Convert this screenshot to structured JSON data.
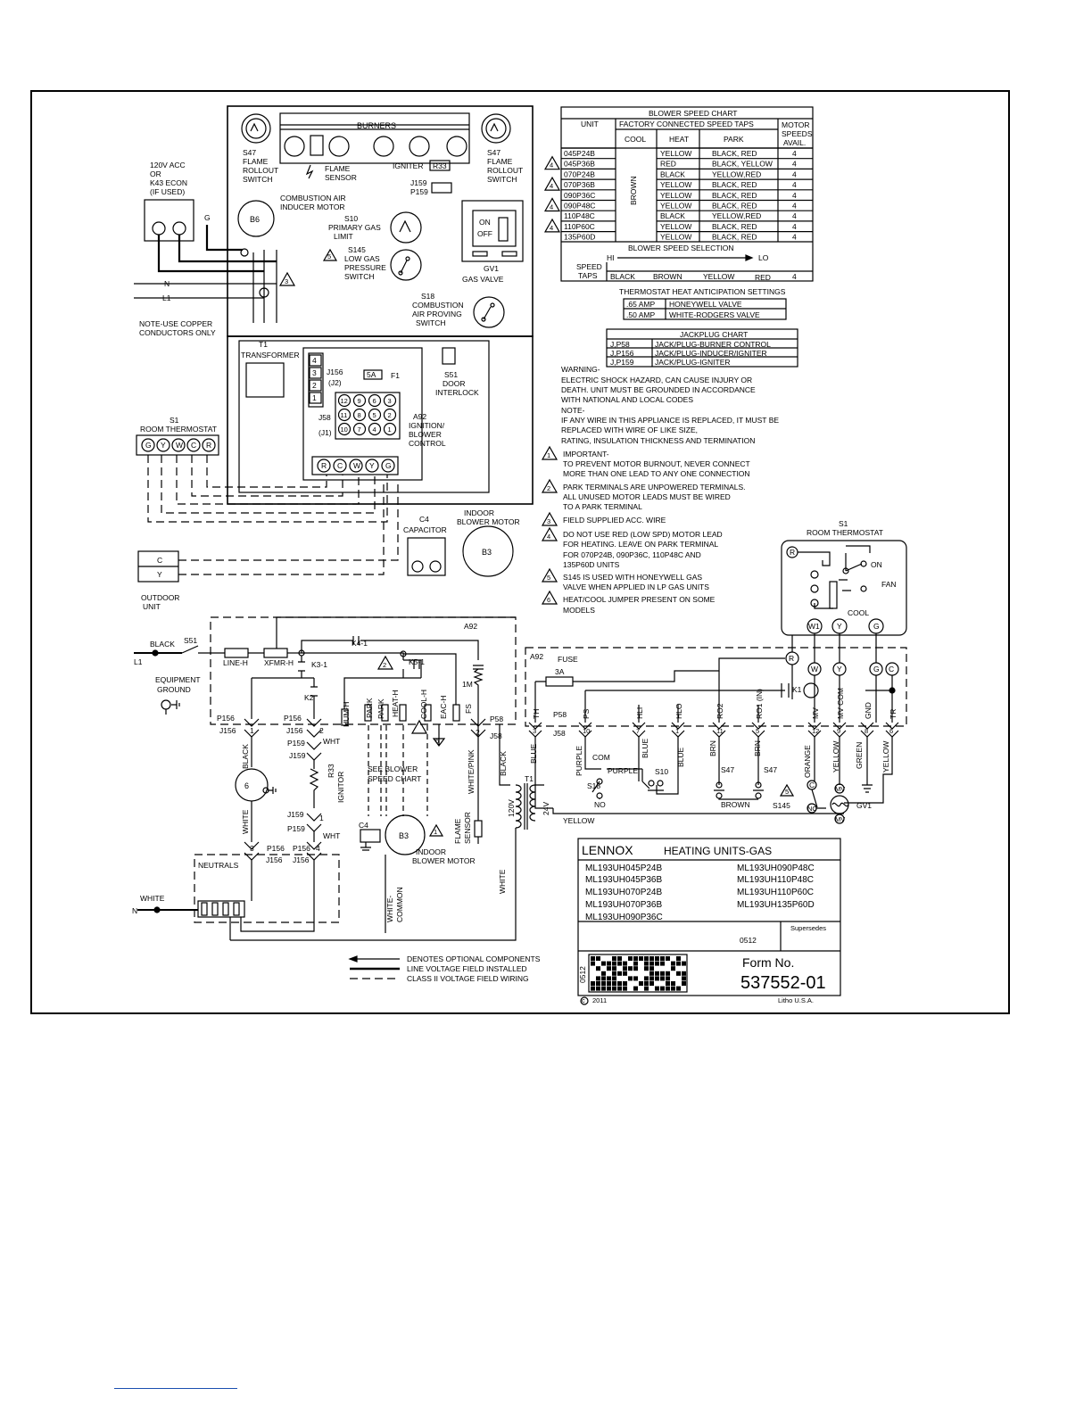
{
  "burners": {
    "label": "BURNERS"
  },
  "rollout_left": {
    "code": "S47",
    "l1": "FLAME",
    "l2": "ROLLOUT",
    "l3": "SWITCH"
  },
  "rollout_right": {
    "code": "S47",
    "l1": "FLAME",
    "l2": "ROLLOUT",
    "l3": "SWITCH"
  },
  "flame_sensor": {
    "l1": "FLAME",
    "l2": "SENSOR"
  },
  "igniter": {
    "label": "IGNITER",
    "code": "R33"
  },
  "jacks_top": {
    "a": "J159",
    "b": "P159"
  },
  "acc": {
    "l1": "120V ACC",
    "l2": "OR",
    "l3": "K43 ECON",
    "l4": "(IF USED)"
  },
  "ground_g": "G",
  "inducer": {
    "l1": "COMBUSTION AIR",
    "l2": "INDUCER MOTOR",
    "code": "B6"
  },
  "primary_limit": {
    "code": "S10",
    "l1": "PRIMARY GAS",
    "l2": "LIMIT"
  },
  "low_gas": {
    "code": "S145",
    "l1": "LOW GAS",
    "l2": "PRESSURE",
    "l3": "SWITCH",
    "badge": "5"
  },
  "gas_valve": {
    "on": "ON",
    "off": "OFF",
    "code": "GV1",
    "label": "GAS VALVE"
  },
  "air_proving": {
    "code": "S18",
    "l1": "COMBUSTION",
    "l2": "AIR PROVING",
    "l3": "SWITCH"
  },
  "lines": {
    "n": "N",
    "l1": "L1",
    "badge": "3"
  },
  "note_copper": {
    "l1": "NOTE-USE COPPER",
    "l2": "CONDUCTORS ONLY"
  },
  "transformer": {
    "code": "T1",
    "label": "TRANSFORMER"
  },
  "j156": {
    "code": "J156",
    "sub": "(J2)",
    "pins": [
      "4",
      "3",
      "2",
      "1"
    ]
  },
  "fuse_f1": {
    "val": "5A",
    "code": "F1"
  },
  "j58": {
    "code": "J58",
    "sub": "(J1)",
    "pins": [
      "12",
      "9",
      "6",
      "3",
      "11",
      "8",
      "5",
      "2",
      "10",
      "7",
      "4",
      "1"
    ]
  },
  "a92_ctrl": {
    "code": "A92",
    "l1": "IGNITION/",
    "l2": "BLOWER",
    "l3": "CONTROL"
  },
  "door": {
    "code": "S51",
    "l1": "DOOR",
    "l2": "INTERLOCK"
  },
  "ctrl_terms": [
    "R",
    "C",
    "W",
    "Y",
    "G"
  ],
  "thermostat_top": {
    "code": "S1",
    "label": "ROOM THERMOSTAT",
    "terms": [
      "G",
      "Y",
      "W",
      "C",
      "R"
    ]
  },
  "capacitor": {
    "code": "C4",
    "label": "CAPACITOR"
  },
  "blower_motor": {
    "l1": "INDOOR",
    "l2": "BLOWER MOTOR",
    "code": "B3"
  },
  "outdoor": {
    "c": "C",
    "y": "Y",
    "l1": "OUTDOOR",
    "l2": "UNIT"
  },
  "blower_chart": {
    "title": "BLOWER SPEED CHART",
    "h_unit": "UNIT",
    "h_taps": "FACTORY CONNECTED SPEED TAPS",
    "h_motor": "MOTOR",
    "h_speeds": "SPEEDS",
    "h_avail": "AVAIL.",
    "h_cool": "COOL",
    "h_heat": "HEAT",
    "h_park": "PARK",
    "cool_all": "BROWN",
    "rows": [
      {
        "unit": "045P24B",
        "heat": "YELLOW",
        "park": "BLACK, RED",
        "sp": "4",
        "warn": ""
      },
      {
        "unit": "045P36B",
        "heat": "RED",
        "park": "BLACK, YELLOW",
        "sp": "4",
        "warn": "4"
      },
      {
        "unit": "070P24B",
        "heat": "BLACK",
        "park": "YELLOW,RED",
        "sp": "4",
        "warn": ""
      },
      {
        "unit": "070P36B",
        "heat": "YELLOW",
        "park": "BLACK, RED",
        "sp": "4",
        "warn": "4"
      },
      {
        "unit": "090P36C",
        "heat": "YELLOW",
        "park": "BLACK, RED",
        "sp": "4",
        "warn": ""
      },
      {
        "unit": "090P48C",
        "heat": "YELLOW",
        "park": "BLACK, RED",
        "sp": "4",
        "warn": "4"
      },
      {
        "unit": "110P48C",
        "heat": "BLACK",
        "park": "YELLOW,RED",
        "sp": "4",
        "warn": ""
      },
      {
        "unit": "110P60C",
        "heat": "YELLOW",
        "park": "BLACK, RED",
        "sp": "4",
        "warn": "4"
      },
      {
        "unit": "135P60D",
        "heat": "YELLOW",
        "park": "BLACK, RED",
        "sp": "4",
        "warn": ""
      }
    ],
    "sel_title": "BLOWER SPEED SELECTION",
    "hi": "HI",
    "lo": "LO",
    "speed": "SPEED",
    "taps": "TAPS",
    "taps_vals": [
      "BLACK",
      "BROWN",
      "YELLOW",
      "RED"
    ],
    "taps_sp": "4"
  },
  "anticipation": {
    "title": "THERMOSTAT HEAT ANTICIPATION SETTINGS",
    "rows": [
      {
        "a": ".65 AMP",
        "b": "HONEYWELL VALVE"
      },
      {
        "a": ".50 AMP",
        "b": "WHITE-RODGERS VALVE"
      }
    ]
  },
  "jackplug": {
    "title": "JACKPLUG CHART",
    "rows": [
      {
        "a": "J,P58",
        "b": "JACK/PLUG-BURNER CONTROL"
      },
      {
        "a": "J,P156",
        "b": "JACK/PLUG-INDUCER/IGNITER"
      },
      {
        "a": "J,P159",
        "b": "JACK/PLUG-IGNITER"
      }
    ]
  },
  "notes": {
    "warn1": "WARNING-",
    "warn2": "ELECTRIC SHOCK HAZARD, CAN CAUSE INJURY OR",
    "warn3": "DEATH. UNIT MUST BE GROUNDED IN ACCORDANCE",
    "warn4": "WITH NATIONAL AND LOCAL CODES",
    "note1": "NOTE-",
    "note2": "IF ANY WIRE IN THIS APPLIANCE IS REPLACED, IT MUST BE",
    "note3": "REPLACED WITH WIRE OF LIKE SIZE,",
    "note4": "RATING, INSULATION THICKNESS AND TERMINATION",
    "n1a": "IMPORTANT-",
    "n1b": "TO PREVENT MOTOR BURNOUT, NEVER CONNECT",
    "n1c": "MORE THAN ONE LEAD TO ANY ONE CONNECTION",
    "n2a": "PARK TERMINALS ARE UNPOWERED TERMINALS.",
    "n2b": "ALL UNUSED MOTOR LEADS MUST BE WIRED",
    "n2c": "TO A PARK TERMINAL",
    "n3a": "FIELD SUPPLIED ACC. WIRE",
    "n4a": "DO NOT USE RED (LOW SPD) MOTOR LEAD",
    "n4b": "FOR HEATING. LEAVE ON PARK TERMINAL",
    "n4c": "FOR 070P24B, 090P36C, 110P48C AND",
    "n4d": "135P60D UNITS",
    "n5a": "S145 IS USED WITH HONEYWELL GAS",
    "n5b": "VALVE WHEN APPLIED IN LP GAS UNITS",
    "n6a": "HEAT/COOL JUMPER PRESENT ON SOME",
    "n6b": "MODELS",
    "b1": "1",
    "b2": "2",
    "b3": "3",
    "b4": "4",
    "b5": "5",
    "b6": "6"
  },
  "thermostat_right": {
    "code": "S1",
    "label": "ROOM THERMOSTAT",
    "r": "R",
    "on": "ON",
    "fan": "FAN",
    "cool": "COOL",
    "w1": "W1",
    "y": "Y",
    "g": "G"
  },
  "schem": {
    "black": "BLACK",
    "s51": "S51",
    "l1": "L1",
    "line_h": "LINE-H",
    "xfmr_h": "XFMR-H",
    "a92": "A92",
    "k41": "K4-1",
    "k31": "K3-1",
    "k51": "K5-1",
    "k2": "K2",
    "eq1": "EQUIPMENT",
    "eq2": "GROUND",
    "hum": "HUM-H",
    "park": "PARK",
    "heat": "HEAT-H",
    "cool": "COOL-H",
    "eac": "EAC-H",
    "fs": "FS",
    "onem": "1M",
    "p156": "P156",
    "j156": "J156",
    "p58": "P58",
    "j58": "J58",
    "p159": "P159",
    "j159": "J159",
    "wht": "WHT",
    "r33": "R33",
    "ignitor": "IGNITOR",
    "see1": "SEE BLOWER",
    "see2": "SPEED CHART",
    "b6": "6",
    "white": "WHITE",
    "whitepink": "WHITE/PINK",
    "flame1": "FLAME",
    "flame2": "SENSOR",
    "t1": "T1",
    "v120": "120V",
    "v24": "24V",
    "c4": "C4",
    "b3": "B3",
    "indoor1": "INDOOR",
    "indoor2": "BLOWER MOTOR",
    "neutrals": "NEUTRALS",
    "n": "N",
    "common1": "WHITE-",
    "common2": "COMMON",
    "pin1": "1",
    "pin2": "2",
    "pin3": "3",
    "pin4": "4",
    "b2": "2",
    "b1": "1"
  },
  "right_schem": {
    "a92": "A92",
    "fuse": "FUSE",
    "amp": "3A",
    "r": "R",
    "w": "W",
    "y": "Y",
    "g": "G",
    "c": "C",
    "k1": "K1",
    "labels": [
      "TH",
      "PS",
      "HLI",
      "HLO",
      "RO2",
      "RO1 (IN)",
      "MV",
      "MV COM",
      "GND",
      "TR"
    ],
    "pins": [
      "3",
      "10",
      "7",
      "1",
      "11",
      "5",
      "12",
      "9",
      "8",
      "6"
    ],
    "p58": "P58",
    "j58": "J58",
    "blue": "BLUE",
    "purple": "PURPLE",
    "com": "COM",
    "no": "NO",
    "s18": "S18",
    "s10": "S10",
    "brn": "BRN",
    "s47": "S47",
    "brown": "BROWN",
    "orange": "ORANGE",
    "yellow": "YELLOW",
    "green": "GREEN",
    "s145": "S145",
    "gv1": "GV1",
    "nc": "NC",
    "mv": "MV",
    "badge5": "5"
  },
  "title_block": {
    "brand": "LENNOX",
    "title": "HEATING UNITS-GAS",
    "models_left": [
      "ML193UH045P24B",
      "ML193UH045P36B",
      "ML193UH070P24B",
      "ML193UH070P36B",
      "ML193UH090P36C"
    ],
    "models_right": [
      "ML193UH090P48C",
      "ML193UH110P48C",
      "ML193UH110P60C",
      "ML193UH135P60D"
    ],
    "supersedes": "Supersedes",
    "date": "0512",
    "date_v": "0512",
    "form_no": "Form No.",
    "form": "537552-01",
    "copyright": "2011",
    "litho": "Litho U.S.A."
  },
  "legend": {
    "optional": "DENOTES OPTIONAL COMPONENTS",
    "line": "LINE VOLTAGE FIELD INSTALLED",
    "class2": "CLASS II VOLTAGE FIELD WIRING"
  }
}
